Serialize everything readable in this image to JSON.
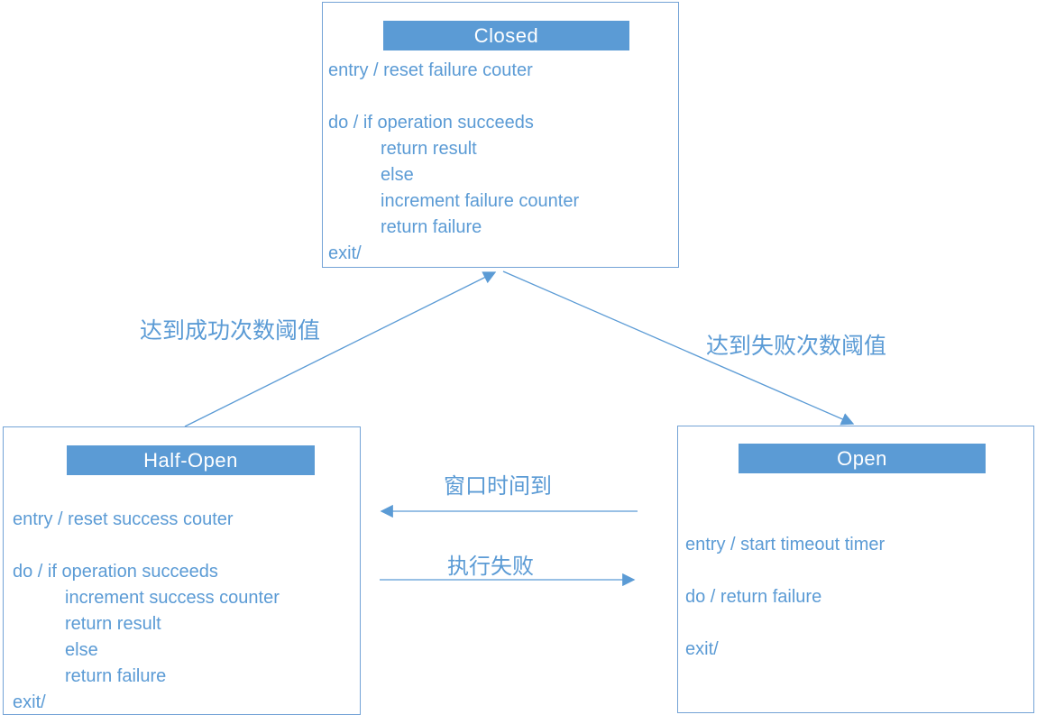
{
  "colors": {
    "accent": "#5B9BD5",
    "box_border": "#74A3D6",
    "header_text": "#FFFFFF"
  },
  "states": {
    "closed": {
      "title": "Closed",
      "lines": [
        "entry / reset failure couter",
        "",
        "do / if operation succeeds",
        "return result",
        "else",
        "increment failure counter",
        "return failure",
        "exit/"
      ]
    },
    "half_open": {
      "title": "Half-Open",
      "lines": [
        "entry / reset success couter",
        "",
        "do / if operation succeeds",
        "increment success counter",
        "return result",
        "else",
        "return failure",
        "exit/"
      ]
    },
    "open": {
      "title": "Open",
      "lines": [
        "entry / start timeout timer",
        "",
        "do / return failure",
        "",
        "exit/"
      ]
    }
  },
  "transitions": {
    "half_open_to_closed_label": "达到成功次数阈值",
    "closed_to_open_label": "达到失败次数阈值",
    "open_to_half_open_label": "窗口时间到",
    "half_open_to_open_label": "执行失败"
  }
}
